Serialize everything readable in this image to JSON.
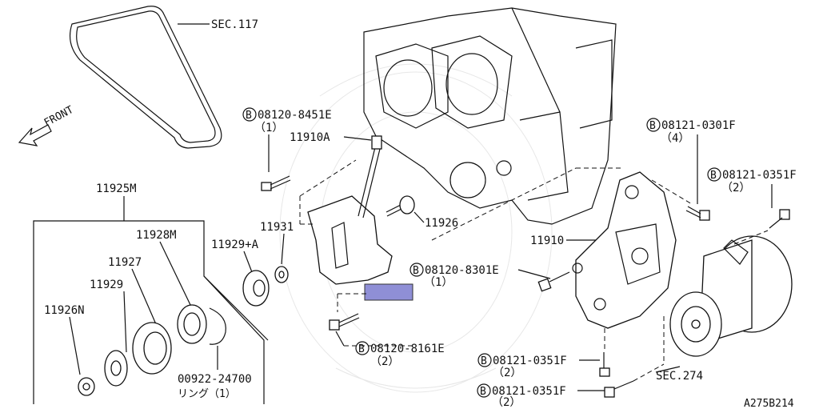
{
  "labels": {
    "sec117": "SEC.117",
    "front": "FRONT",
    "l11925m": "11925M",
    "l11928m": "11928M",
    "l11927": "11927",
    "l11929": "11929",
    "l11926n": "11926N",
    "l00922": "00922-24700",
    "ring": "リング（1）",
    "b08120_8451e": "08120-8451E",
    "q1a": "（1）",
    "l11910a": "11910A",
    "l11931": "11931",
    "l11929a": "11929+A",
    "l11926": "11926",
    "b08120_8301e": "08120-8301E",
    "q1b": "（1）",
    "b08120_8161e": "08120-8161E",
    "q2a": "（2）",
    "l11910": "11910",
    "b08121_0301f": "08121-0301F",
    "q4": "（4）",
    "b08121_0351f_r": "08121-0351F",
    "q2b": "（2）",
    "b08121_0351f_m": "08121-0351F",
    "q2c": "（2）",
    "b08121_0351f_b": "08121-0351F",
    "q2d": "（2）",
    "sec274": "SEC.274",
    "ref": "A275B214",
    "b": "B"
  },
  "colors": {
    "highlight": "#8f8fd6",
    "ink": "#111111"
  }
}
